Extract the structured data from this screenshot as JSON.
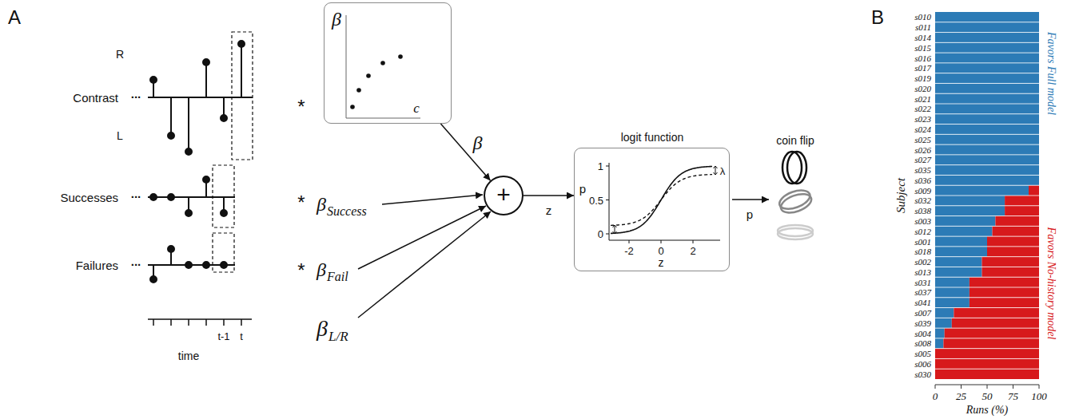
{
  "diagram": {
    "nodes": [
      {
        "text": [
          "β",
          "c"
        ]
      },
      {
        "text": [
          "+"
        ]
      },
      {
        "text": [
          "logit function",
          "p",
          "1",
          "0.5",
          "0",
          "-2",
          "0",
          "2",
          "z",
          "λ"
        ]
      }
    ],
    "edges": [
      {
        "from": 0,
        "to": 1,
        "arrow": "to",
        "label": "β"
      },
      {
        "from": 1,
        "to": 2,
        "arrow": "to",
        "label": "z"
      }
    ],
    "labels": [
      "A",
      "R",
      "L",
      "Contrast",
      "...",
      "Successes",
      "...",
      "Failures",
      "...",
      "t-1",
      "t",
      "time",
      "*",
      "*",
      "β",
      "Success",
      "*",
      "β",
      "Fail",
      "β",
      "L/R",
      "p",
      "coin flip",
      "B",
      "s010",
      "s011",
      "s014",
      "s015",
      "s016",
      "s017",
      "s019",
      "s020",
      "s021",
      "s022",
      "s023",
      "s024",
      "s025",
      "s026",
      "s027",
      "s035",
      "s036",
      "s009",
      "s032",
      "s038",
      "s003",
      "s012",
      "s001",
      "s018",
      "s002",
      "s013",
      "s031",
      "s037",
      "s041",
      "s007",
      "s039",
      "s004",
      "s008",
      "s005",
      "s006",
      "s030",
      "Subject",
      "0",
      "25",
      "50",
      "75",
      "100",
      "Runs (%)",
      "Favors Full model",
      "Favors No-history model"
    ]
  }
}
